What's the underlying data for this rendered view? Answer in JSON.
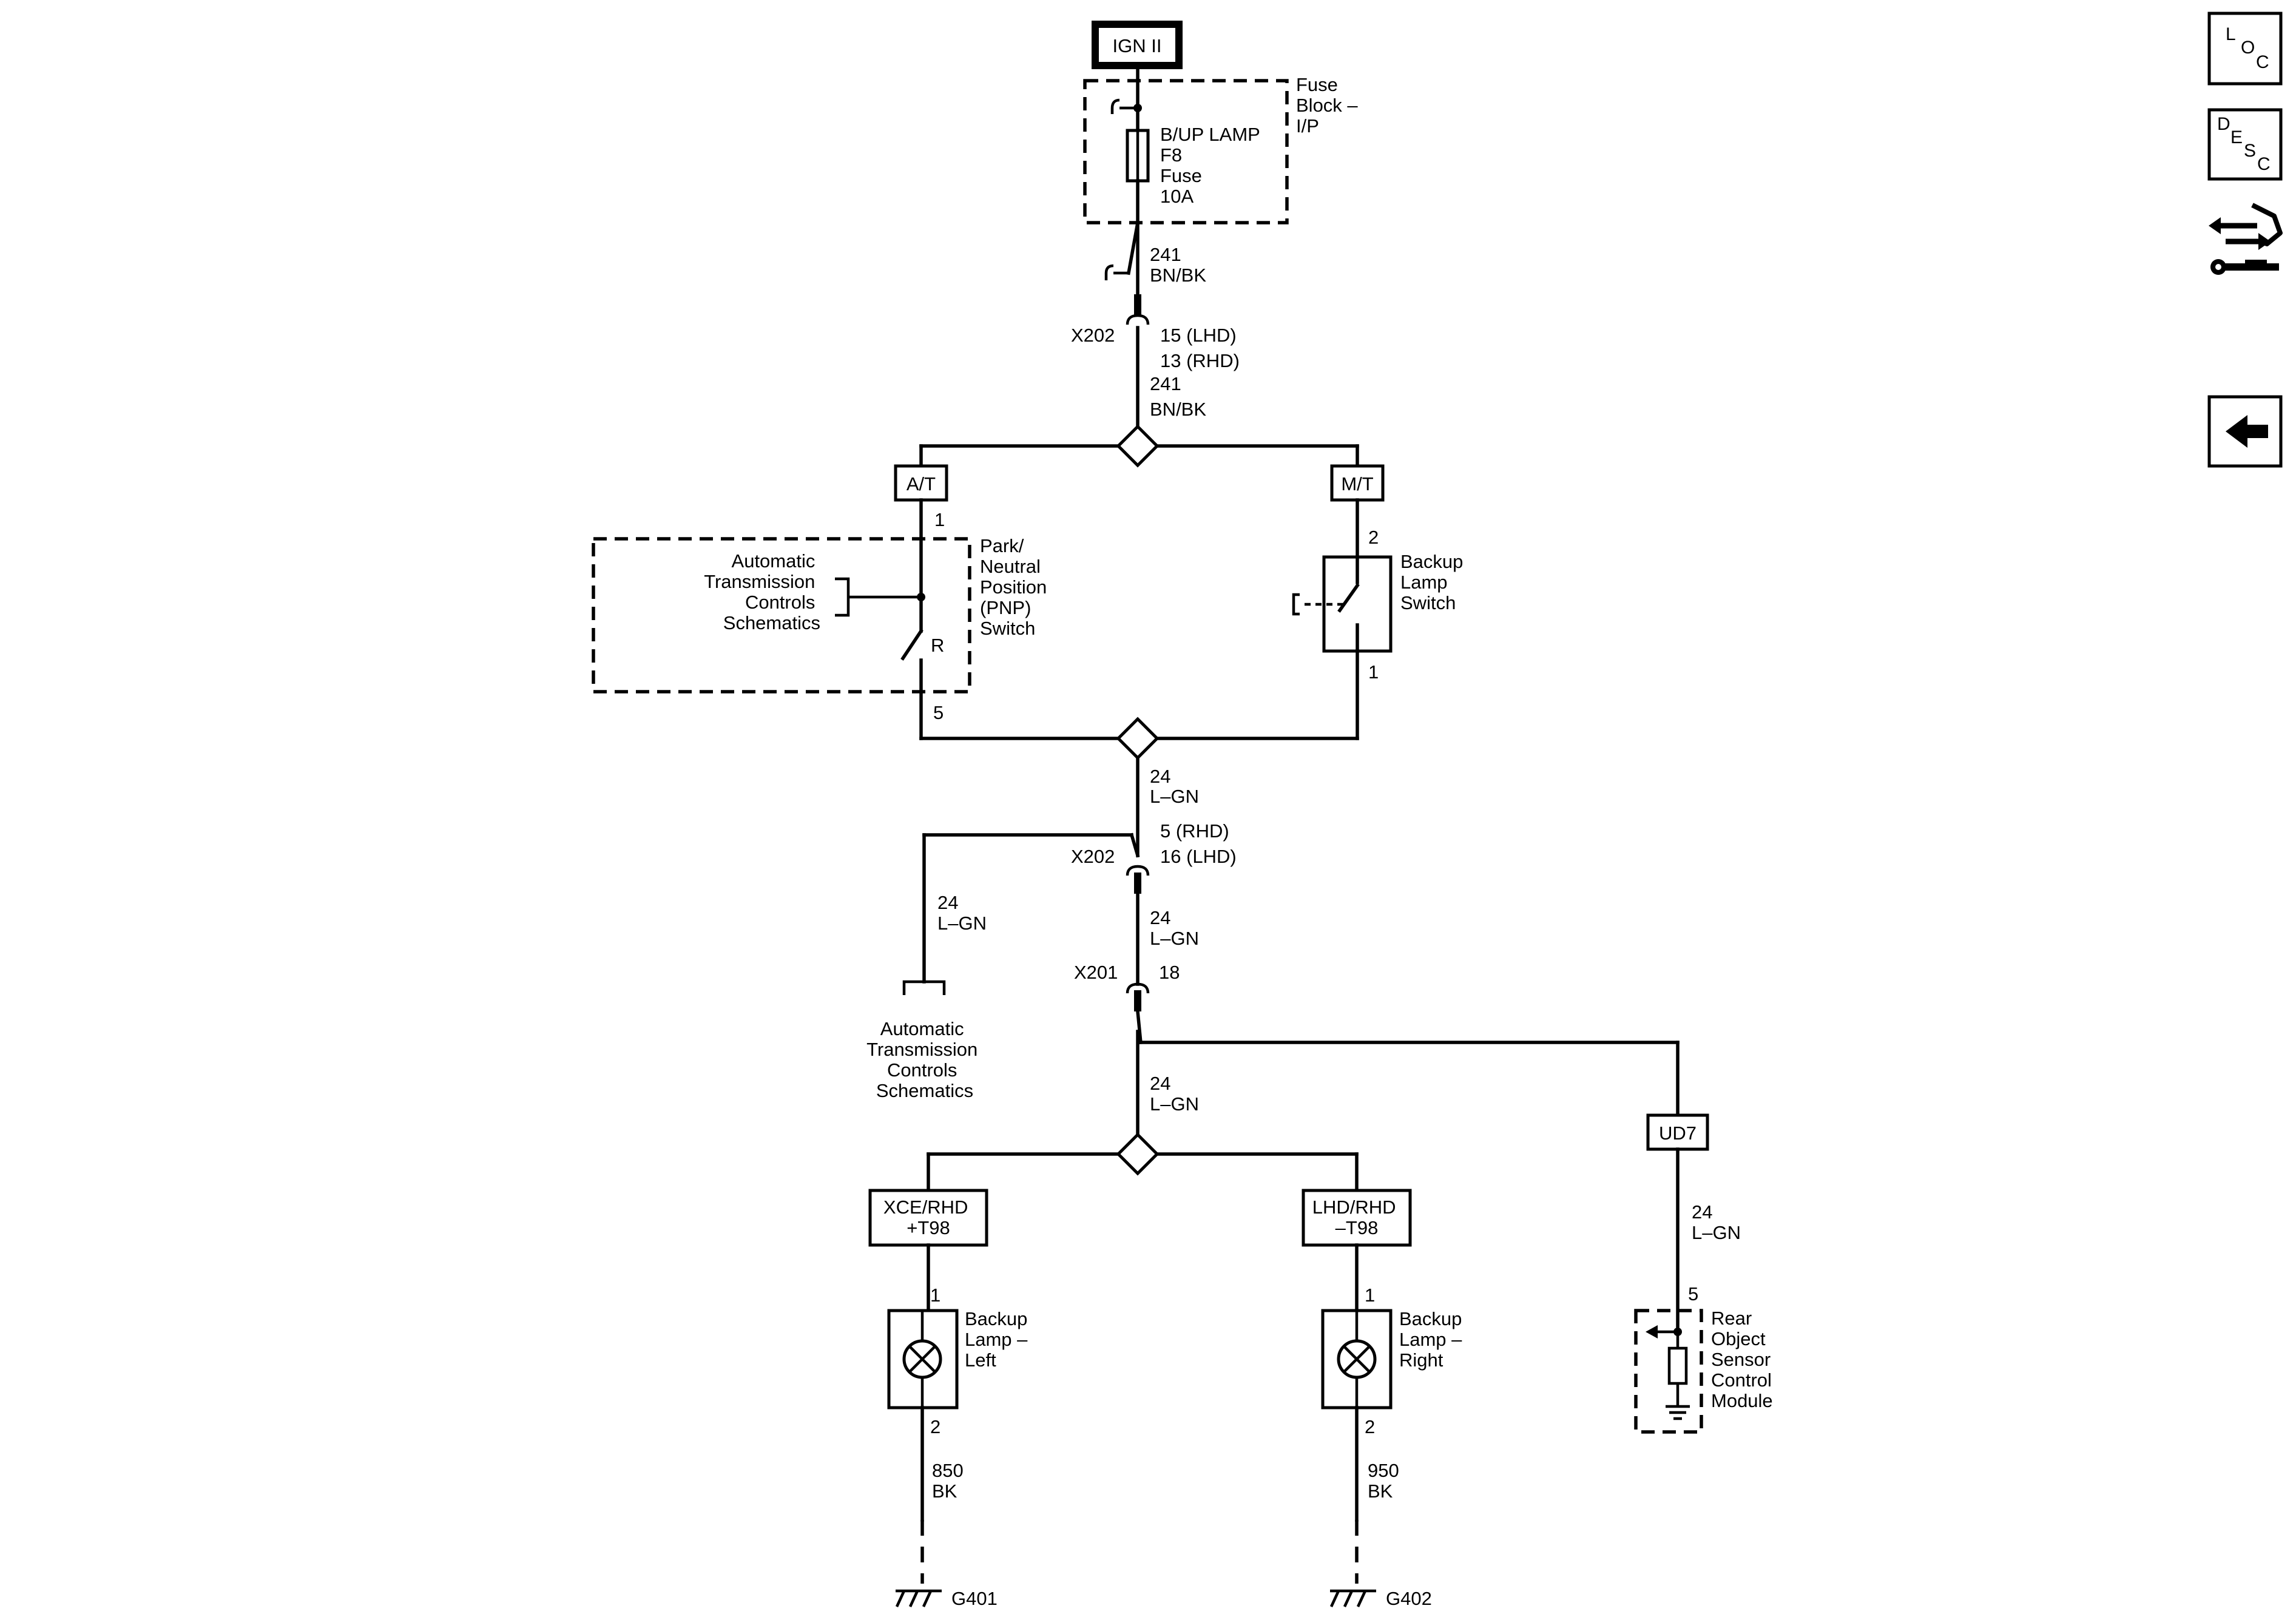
{
  "power": {
    "label": "IGN II"
  },
  "fuse_block": {
    "label_lines": [
      "Fuse",
      "Block –",
      "I/P"
    ],
    "fuse_lines": [
      "B/UP LAMP",
      "F8",
      "Fuse",
      "10A"
    ]
  },
  "wires": {
    "w241_top": [
      "241",
      "BN/BK"
    ],
    "w241_mid": [
      "241",
      "BN/BK"
    ],
    "w24_a": [
      "24",
      "L–GN"
    ],
    "w24_left": [
      "24",
      "L–GN"
    ],
    "w24_b": [
      "24",
      "L–GN"
    ],
    "w24_c": [
      "24",
      "L–GN"
    ],
    "w24_ud7": [
      "24",
      "L–GN"
    ],
    "w850": [
      "850",
      "BK"
    ],
    "w950": [
      "950",
      "BK"
    ]
  },
  "connectors": {
    "x202_top": {
      "name": "X202",
      "pins": [
        "15 (LHD)",
        "13 (RHD)"
      ]
    },
    "x202_bottom": {
      "name": "X202",
      "pins": [
        "5 (RHD)",
        "16 (LHD)"
      ]
    },
    "x201": {
      "name": "X201",
      "pins": [
        "18"
      ]
    }
  },
  "options": {
    "at": "A/T",
    "mt": "M/T",
    "ud7": "UD7",
    "xce_lines": [
      "XCE/RHD",
      "+T98"
    ],
    "lhd_lines": [
      "LHD/RHD",
      "–T98"
    ]
  },
  "pnp_switch": {
    "label_lines": [
      "Park/",
      "Neutral",
      "Position",
      "(PNP)",
      "Switch"
    ],
    "pin_top": "1",
    "pin_bottom": "5",
    "position": "R",
    "ref_lines": [
      "Automatic",
      "Transmission",
      "Controls",
      "Schematics"
    ]
  },
  "backup_switch": {
    "label_lines": [
      "Backup",
      "Lamp",
      "Switch"
    ],
    "pin_top": "2",
    "pin_bottom": "1"
  },
  "at_ref": {
    "label_lines": [
      "Automatic",
      "Transmission",
      "Controls",
      "Schematics"
    ]
  },
  "lamp_left": {
    "label_lines": [
      "Backup",
      "Lamp –",
      "Left"
    ],
    "pin_top": "1",
    "pin_bottom": "2"
  },
  "lamp_right": {
    "label_lines": [
      "Backup",
      "Lamp –",
      "Right"
    ],
    "pin_top": "1",
    "pin_bottom": "2"
  },
  "rear_module": {
    "label_lines": [
      "Rear",
      "Object",
      "Sensor",
      "Control",
      "Module"
    ],
    "pin": "5"
  },
  "grounds": {
    "left": "G401",
    "right": "G402"
  },
  "nav": {
    "loc": [
      "L",
      "O",
      "C"
    ],
    "desc": [
      "D",
      "E",
      "S",
      "C"
    ],
    "tool_icon": "connector-wrench-icon",
    "back_icon": "back-arrow-icon"
  }
}
